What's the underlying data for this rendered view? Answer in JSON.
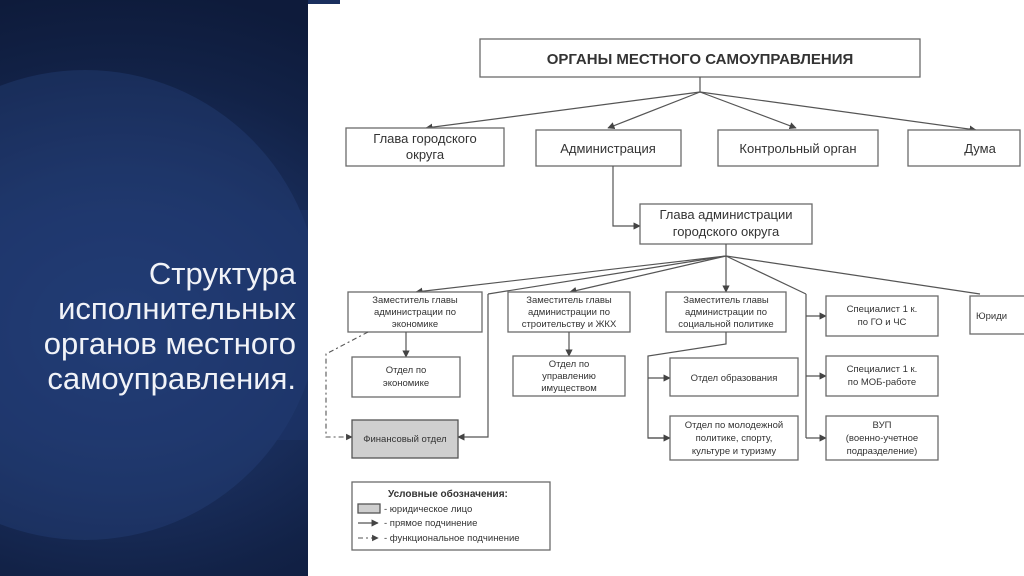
{
  "slide": {
    "title": "Структура исполнительных органов местного самоуправления."
  },
  "diagram": {
    "root": "ОРГАНЫ МЕСТНОГО САМОУПРАВЛЕНИЯ",
    "level1": {
      "glava": [
        "Глава городского",
        "округа"
      ],
      "administration": "Администрация",
      "control": "Контрольный орган",
      "duma": "Дума"
    },
    "head_admin": [
      "Глава администрации",
      "городского округа"
    ],
    "deputies": {
      "economy": [
        "Заместитель главы",
        "администрации по",
        "экономике"
      ],
      "construction": [
        "Заместитель главы",
        "администрации по",
        "строительству и ЖКХ"
      ],
      "social": [
        "Заместитель главы",
        "администрации по",
        "социальной политике"
      ]
    },
    "specialists": {
      "go_chs": [
        "Специалист 1 к.",
        "по ГО и ЧС"
      ],
      "mob": [
        "Специалист 1 к.",
        "по МОБ-работе"
      ],
      "vup": [
        "ВУП",
        "(военно-учетное",
        "подразделение)"
      ],
      "legal": "Юриди"
    },
    "departments": {
      "economy": [
        "Отдел по",
        "экономике"
      ],
      "finance": "Финансовый отдел",
      "property": [
        "Отдел по",
        "управлению",
        "имуществом"
      ],
      "education": "Отдел образования",
      "youth": [
        "Отдел по молодежной",
        "политике, спорту,",
        "культуре и туризму"
      ]
    },
    "legend": {
      "title": "Условные обозначения:",
      "legal_entity": "- юридическое лицо",
      "direct": "- прямое подчинение",
      "functional": "- функциональное подчинение"
    }
  }
}
